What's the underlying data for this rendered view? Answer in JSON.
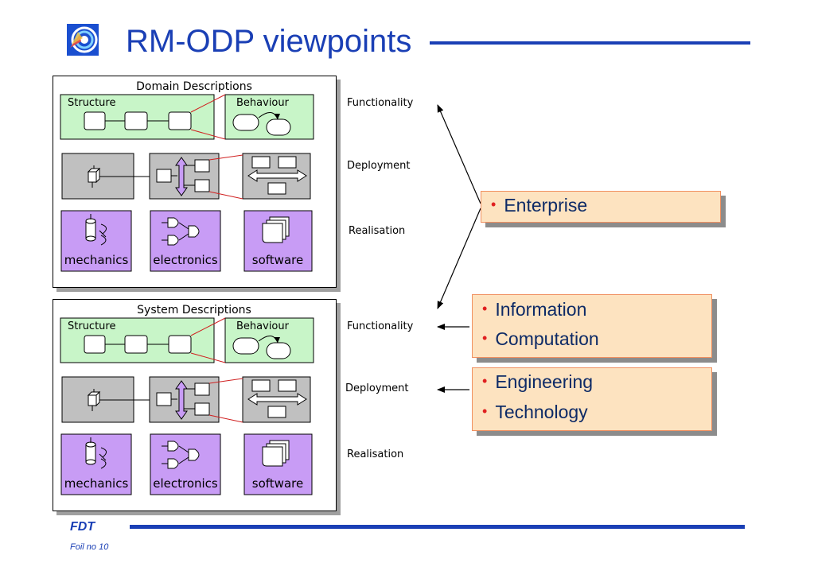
{
  "slide": {
    "title": "RM-ODP viewpoints",
    "footer_brand": "FDT",
    "footer_foil": "Foil no 10"
  },
  "colors": {
    "title_blue": "#1a3fb5",
    "structure_green": "#c8f5c8",
    "deployment_grey": "#c0c0c0",
    "realisation_purple": "#c89cf5",
    "callout_fill": "#fde3c0",
    "bullet_red": "#e02020"
  },
  "domain_panel": {
    "heading": "Domain Descriptions",
    "structure_label": "Structure",
    "behaviour_label": "Behaviour",
    "mechanics_label": "mechanics",
    "electronics_label": "electronics",
    "software_label": "software"
  },
  "system_panel": {
    "heading": "System Descriptions",
    "structure_label": "Structure",
    "behaviour_label": "Behaviour",
    "mechanics_label": "mechanics",
    "electronics_label": "electronics",
    "software_label": "software"
  },
  "levels_domain": {
    "functionality": "Functionality",
    "deployment": "Deployment",
    "realisation": "Realisation"
  },
  "levels_system": {
    "functionality": "Functionality",
    "deployment": "Deployment",
    "realisation": "Realisation"
  },
  "viewpoints": {
    "enterprise": "Enterprise",
    "information": "Information",
    "computation": "Computation",
    "engineering": "Engineering",
    "technology": "Technology"
  },
  "icons": {
    "logo": "concentric-target-logo-icon",
    "mechanics": "cylinder-rotate-icon",
    "electronics": "logic-gate-icon",
    "software": "stacked-pages-icon"
  }
}
